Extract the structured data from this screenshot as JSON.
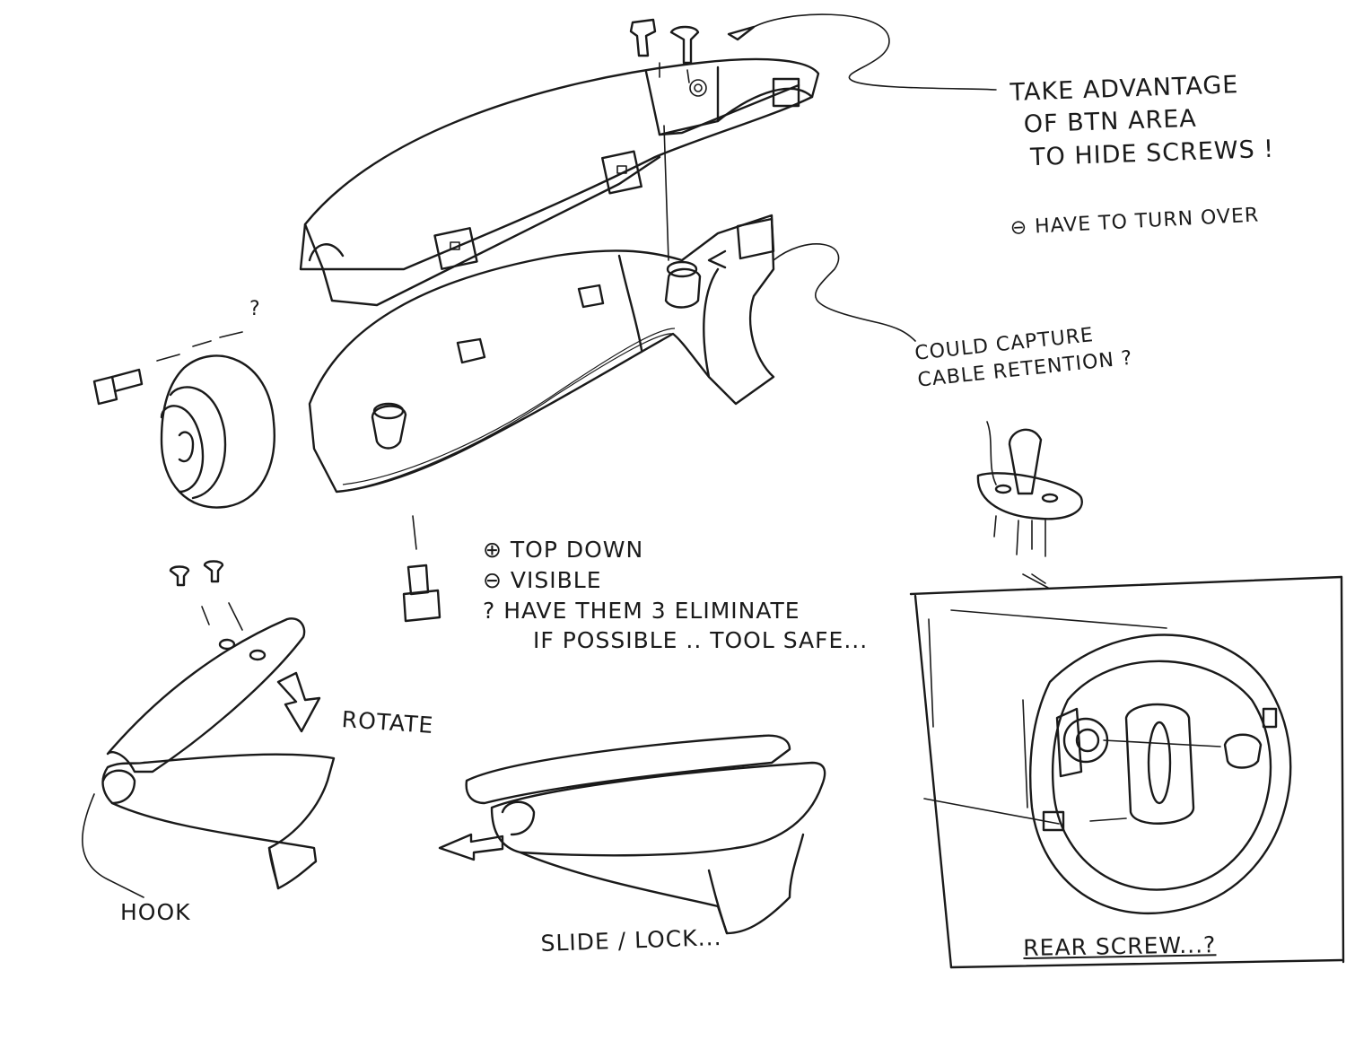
{
  "annotations": {
    "hide_screws": {
      "lines": [
        "TAKE ADVANTAGE",
        "OF BTN AREA",
        "TO HIDE SCREWS !"
      ],
      "minus": "⊖ HAVE TO TURN OVER"
    },
    "cable": {
      "lines": [
        "COULD CAPTURE",
        "CABLE RETENTION ?"
      ]
    },
    "pros_cons": {
      "plus": "⊕ TOP DOWN",
      "minus": "⊖ VISIBLE",
      "question_1": "? HAVE THEM 3 ELIMINATE",
      "question_2": "IF POSSIBLE .. TOOL SAFE..."
    },
    "question_mark": "?",
    "rotate": "ROTATE",
    "hook": "HOOK",
    "slide_lock": "SLIDE / LOCK...",
    "rear_screw": "REAR SCREW...?"
  }
}
